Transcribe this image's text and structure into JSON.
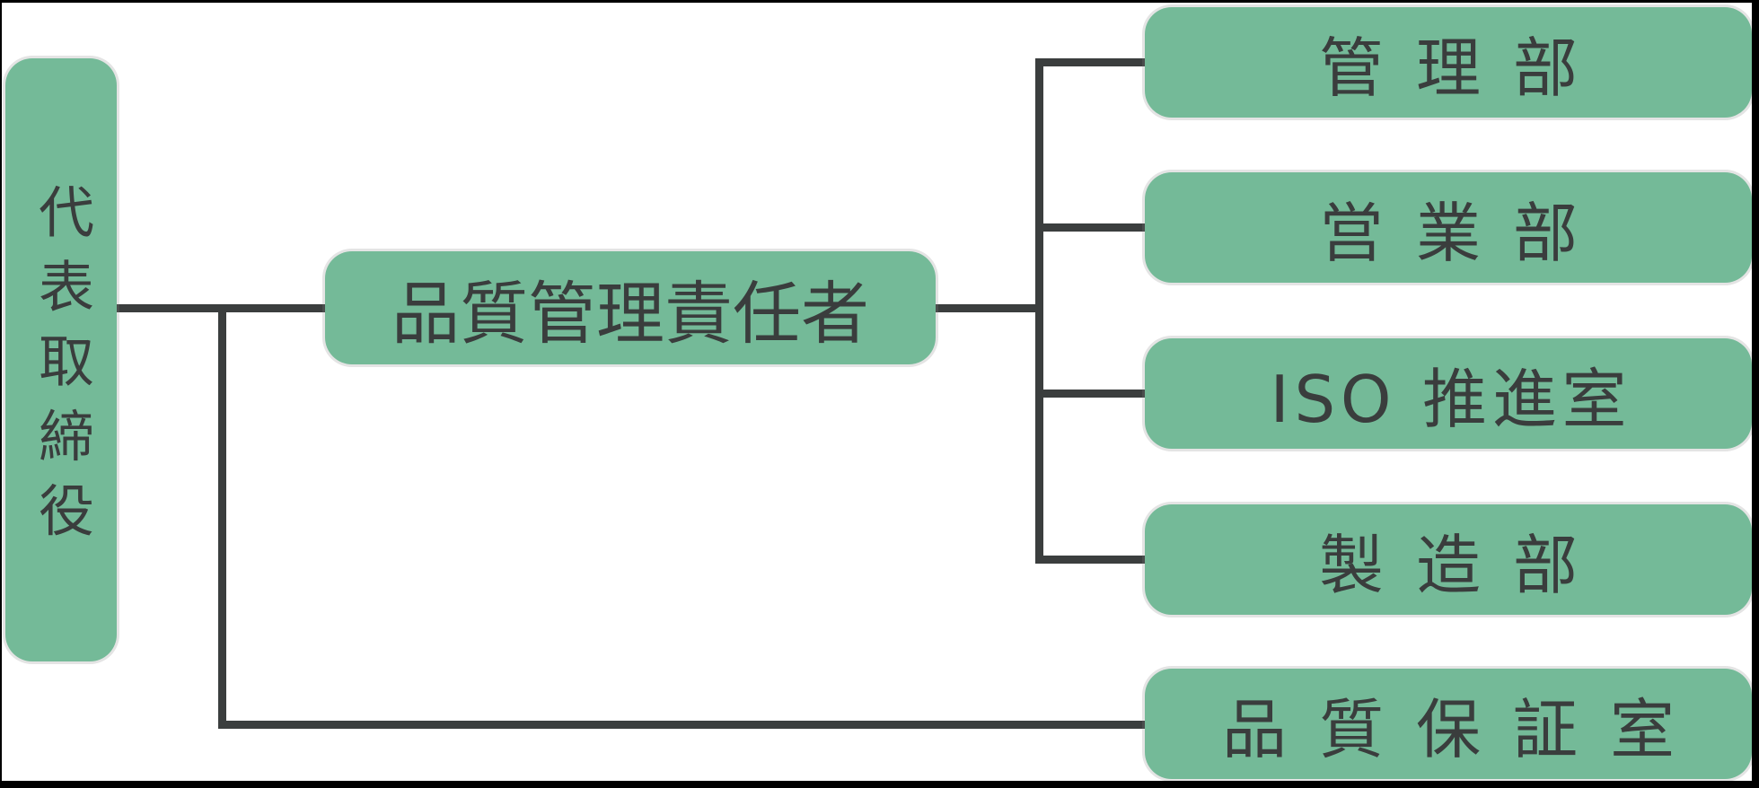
{
  "org_chart": {
    "description": "organization chart",
    "root": {
      "label": "代表取締役"
    },
    "quality_manager": {
      "label": "品質管理責任者"
    },
    "departments": [
      {
        "label": "管理部"
      },
      {
        "label": "営業部"
      },
      {
        "label": "ISO 推進室"
      },
      {
        "label": "製造部"
      }
    ],
    "quality_assurance": {
      "label": "品質保証室"
    },
    "colors": {
      "node_fill": "#74ba98",
      "connector": "#3b3e3e",
      "text": "#3a3d3d",
      "frame": "#000000",
      "background": "#ffffff"
    }
  }
}
